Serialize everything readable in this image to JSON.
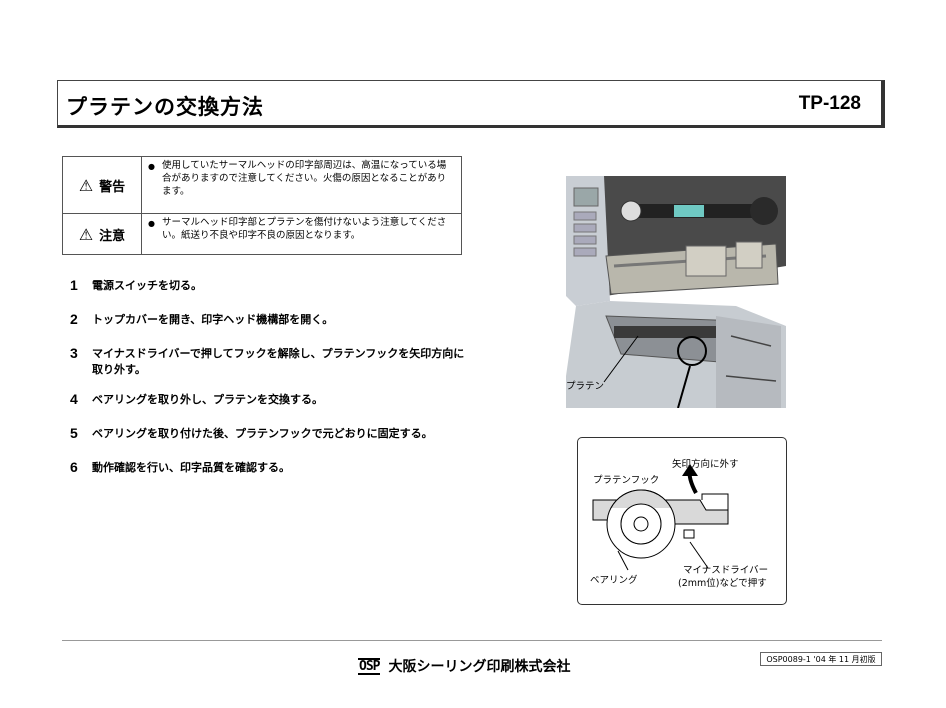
{
  "header": {
    "title": "プラテンの交換方法",
    "model": "TP-128"
  },
  "notices": [
    {
      "label": "警告",
      "text": "使用していたサーマルヘッドの印字部周辺は、高温になっている場合がありますので注意してください。火傷の原因となることがあります。"
    },
    {
      "label": "注意",
      "text": "サーマルヘッド印字部とプラテンを傷付けないよう注意してください。紙送り不良や印字不良の原因となります。"
    }
  ],
  "steps": [
    {
      "num": "1",
      "text": "電源スイッチを切る。"
    },
    {
      "num": "2",
      "text": "トップカバーを開き、印字ヘッド機構部を開く。"
    },
    {
      "num": "3",
      "text": "マイナスドライバーで押してフックを解除し、プラテンフックを矢印方向に取り外す。"
    },
    {
      "num": "4",
      "text": "ベアリングを取り外し、プラテンを交換する。"
    },
    {
      "num": "5",
      "text": "ベアリングを取り付けた後、プラテンフックで元どおりに固定する。"
    },
    {
      "num": "6",
      "text": "動作確認を行い、印字品質を確認する。"
    }
  ],
  "figure": {
    "platen_label": "プラテン",
    "hook_label": "プラテンフック",
    "arrow_label": "矢印方向に外す",
    "bearing_label": "ベアリング",
    "driver_label_1": "マイナスドライバー",
    "driver_label_2": "(2mm位)などで押す"
  },
  "footer": {
    "logo": "OSP",
    "company": "大阪シーリング印刷株式会社",
    "doc_ref": "OSP0089-1 '04 年 11 月初版"
  }
}
